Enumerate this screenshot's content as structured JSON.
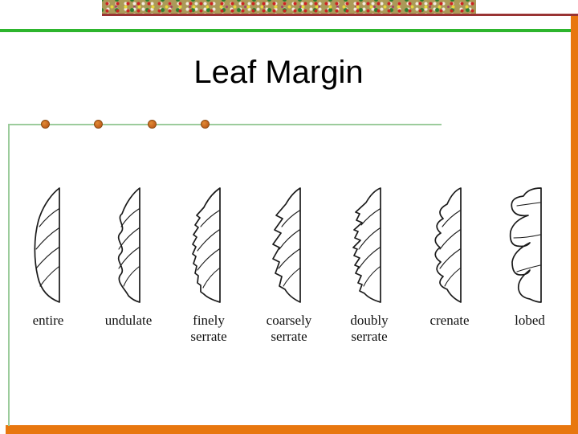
{
  "slide": {
    "title": "Leaf Margin"
  },
  "figure": {
    "name": "leaf-margin-types-illustration",
    "items": [
      {
        "label": "entire"
      },
      {
        "label": "undulate"
      },
      {
        "label": "finely serrate"
      },
      {
        "label": "coarsely serrate"
      },
      {
        "label": "doubly serrate"
      },
      {
        "label": "crenate"
      },
      {
        "label": "lobed"
      }
    ]
  },
  "theme": {
    "accent_orange": "#E8770F",
    "line_green": "#2DB52D",
    "dark_red": "#993333",
    "rule_green": "#9CCC9C",
    "bullet_orange": "#C2601C"
  }
}
